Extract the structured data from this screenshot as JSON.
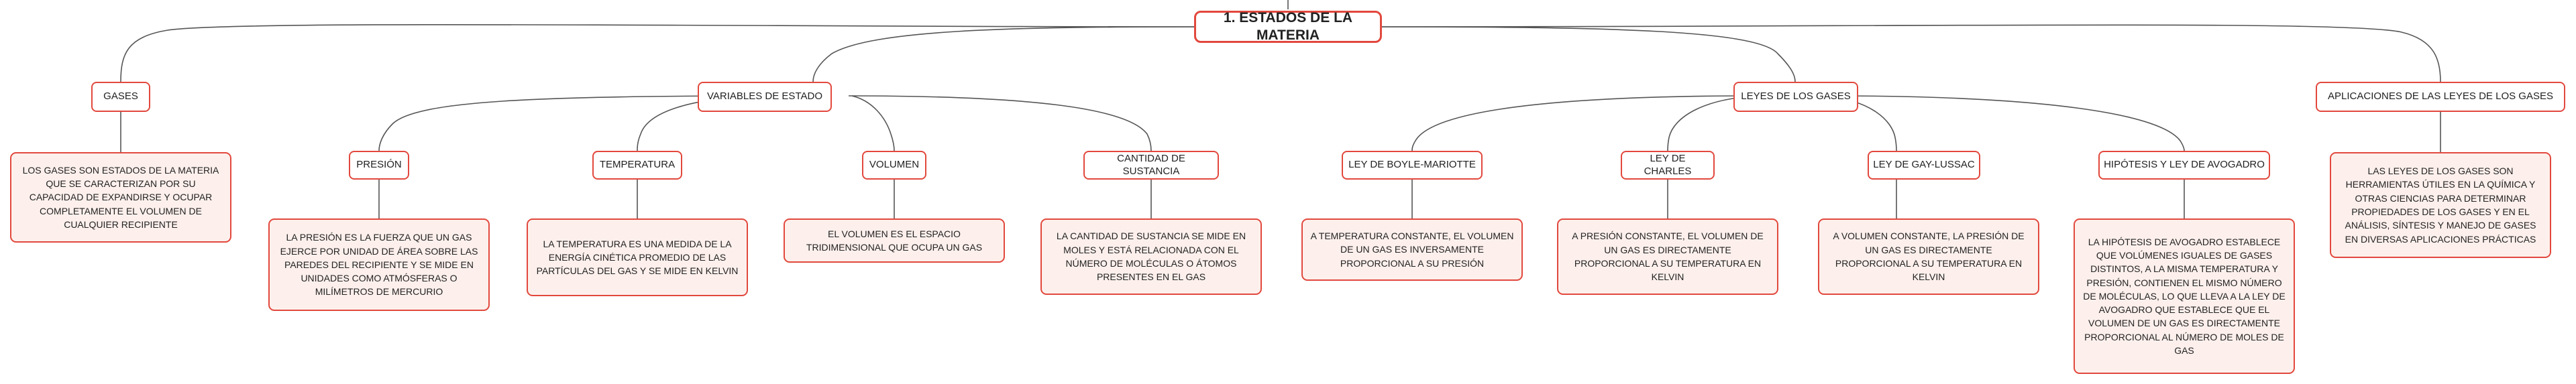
{
  "root": "1. ESTADOS DE LA MATERIA",
  "gases": {
    "label": "GASES",
    "desc": "LOS GASES SON ESTADOS DE LA MATERIA QUE SE CARACTERIZAN POR SU CAPACIDAD DE EXPANDIRSE Y OCUPAR COMPLETAMENTE EL VOLUMEN DE CUALQUIER RECIPIENTE"
  },
  "variables": {
    "label": "VARIABLES DE ESTADO",
    "presion": {
      "label": "PRESIÓN",
      "desc": "LA PRESIÓN ES LA FUERZA QUE UN GAS EJERCE POR UNIDAD DE ÁREA SOBRE LAS PAREDES DEL RECIPIENTE Y SE MIDE EN UNIDADES COMO ATMÓSFERAS O MILÍMETROS DE MERCURIO"
    },
    "temperatura": {
      "label": "TEMPERATURA",
      "desc": "LA TEMPERATURA ES UNA MEDIDA DE LA ENERGÍA CINÉTICA PROMEDIO DE LAS PARTÍCULAS DEL GAS Y SE MIDE EN KELVIN"
    },
    "volumen": {
      "label": "VOLUMEN",
      "desc": "EL VOLUMEN ES EL ESPACIO TRIDIMENSIONAL QUE OCUPA UN GAS"
    },
    "cantidad": {
      "label": "CANTIDAD DE SUSTANCIA",
      "desc": "LA CANTIDAD DE SUSTANCIA SE MIDE EN MOLES Y ESTÁ RELACIONADA CON EL NÚMERO DE MOLÉCULAS O ÁTOMOS PRESENTES EN EL GAS"
    }
  },
  "leyes": {
    "label": "LEYES DE LOS GASES",
    "boyle": {
      "label": "LEY DE BOYLE-MARIOTTE",
      "desc": "A TEMPERATURA CONSTANTE, EL VOLUMEN DE UN GAS ES INVERSAMENTE PROPORCIONAL A SU PRESIÓN"
    },
    "charles": {
      "label": "LEY DE CHARLES",
      "desc": "A PRESIÓN CONSTANTE, EL VOLUMEN DE UN GAS ES DIRECTAMENTE PROPORCIONAL A SU TEMPERATURA EN KELVIN"
    },
    "gaylussac": {
      "label": "LEY DE GAY-LUSSAC",
      "desc": "A VOLUMEN CONSTANTE, LA PRESIÓN DE UN GAS ES DIRECTAMENTE PROPORCIONAL A SU TEMPERATURA EN KELVIN"
    },
    "avogadro": {
      "label": "HIPÓTESIS Y LEY DE AVOGADRO",
      "desc": "LA HIPÓTESIS DE AVOGADRO ESTABLECE QUE VOLÚMENES IGUALES DE GASES DISTINTOS, A LA MISMA TEMPERATURA Y PRESIÓN, CONTIENEN EL MISMO NÚMERO DE MOLÉCULAS, LO QUE LLEVA A LA LEY DE AVOGADRO QUE ESTABLECE QUE EL VOLUMEN DE UN GAS ES DIRECTAMENTE PROPORCIONAL AL NÚMERO DE MOLES DE GAS"
    }
  },
  "aplicaciones": {
    "label": "APLICACIONES DE LAS LEYES DE LOS GASES",
    "desc": "LAS LEYES DE LOS GASES SON HERRAMIENTAS ÚTILES EN LA QUÍMICA Y OTRAS CIENCIAS PARA DETERMINAR PROPIEDADES DE LOS GASES Y EN EL ANÁLISIS, SÍNTESIS Y MANEJO DE GASES EN DIVERSAS APLICACIONES PRÁCTICAS"
  }
}
